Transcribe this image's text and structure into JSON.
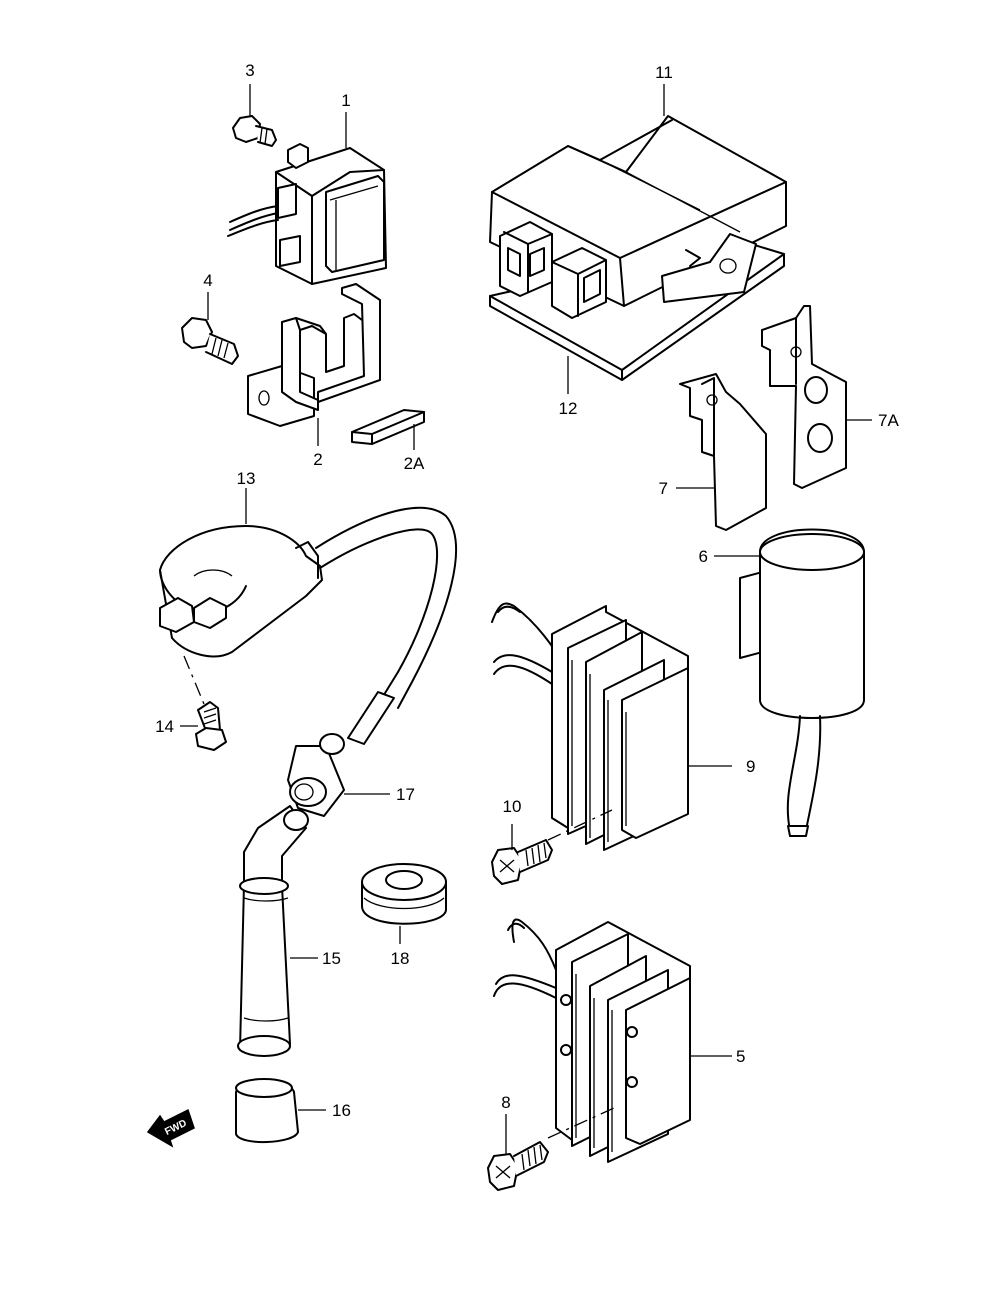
{
  "diagram": {
    "callouts": {
      "c1": "1",
      "c2": "2",
      "c2a": "2A",
      "c3": "3",
      "c4": "4",
      "c5": "5",
      "c6": "6",
      "c7": "7",
      "c7a": "7A",
      "c8": "8",
      "c9": "9",
      "c10": "10",
      "c11": "11",
      "c12": "12",
      "c13": "13",
      "c14": "14",
      "c15": "15",
      "c16": "16",
      "c17": "17",
      "c18": "18"
    },
    "direction_marker": "FWD"
  }
}
